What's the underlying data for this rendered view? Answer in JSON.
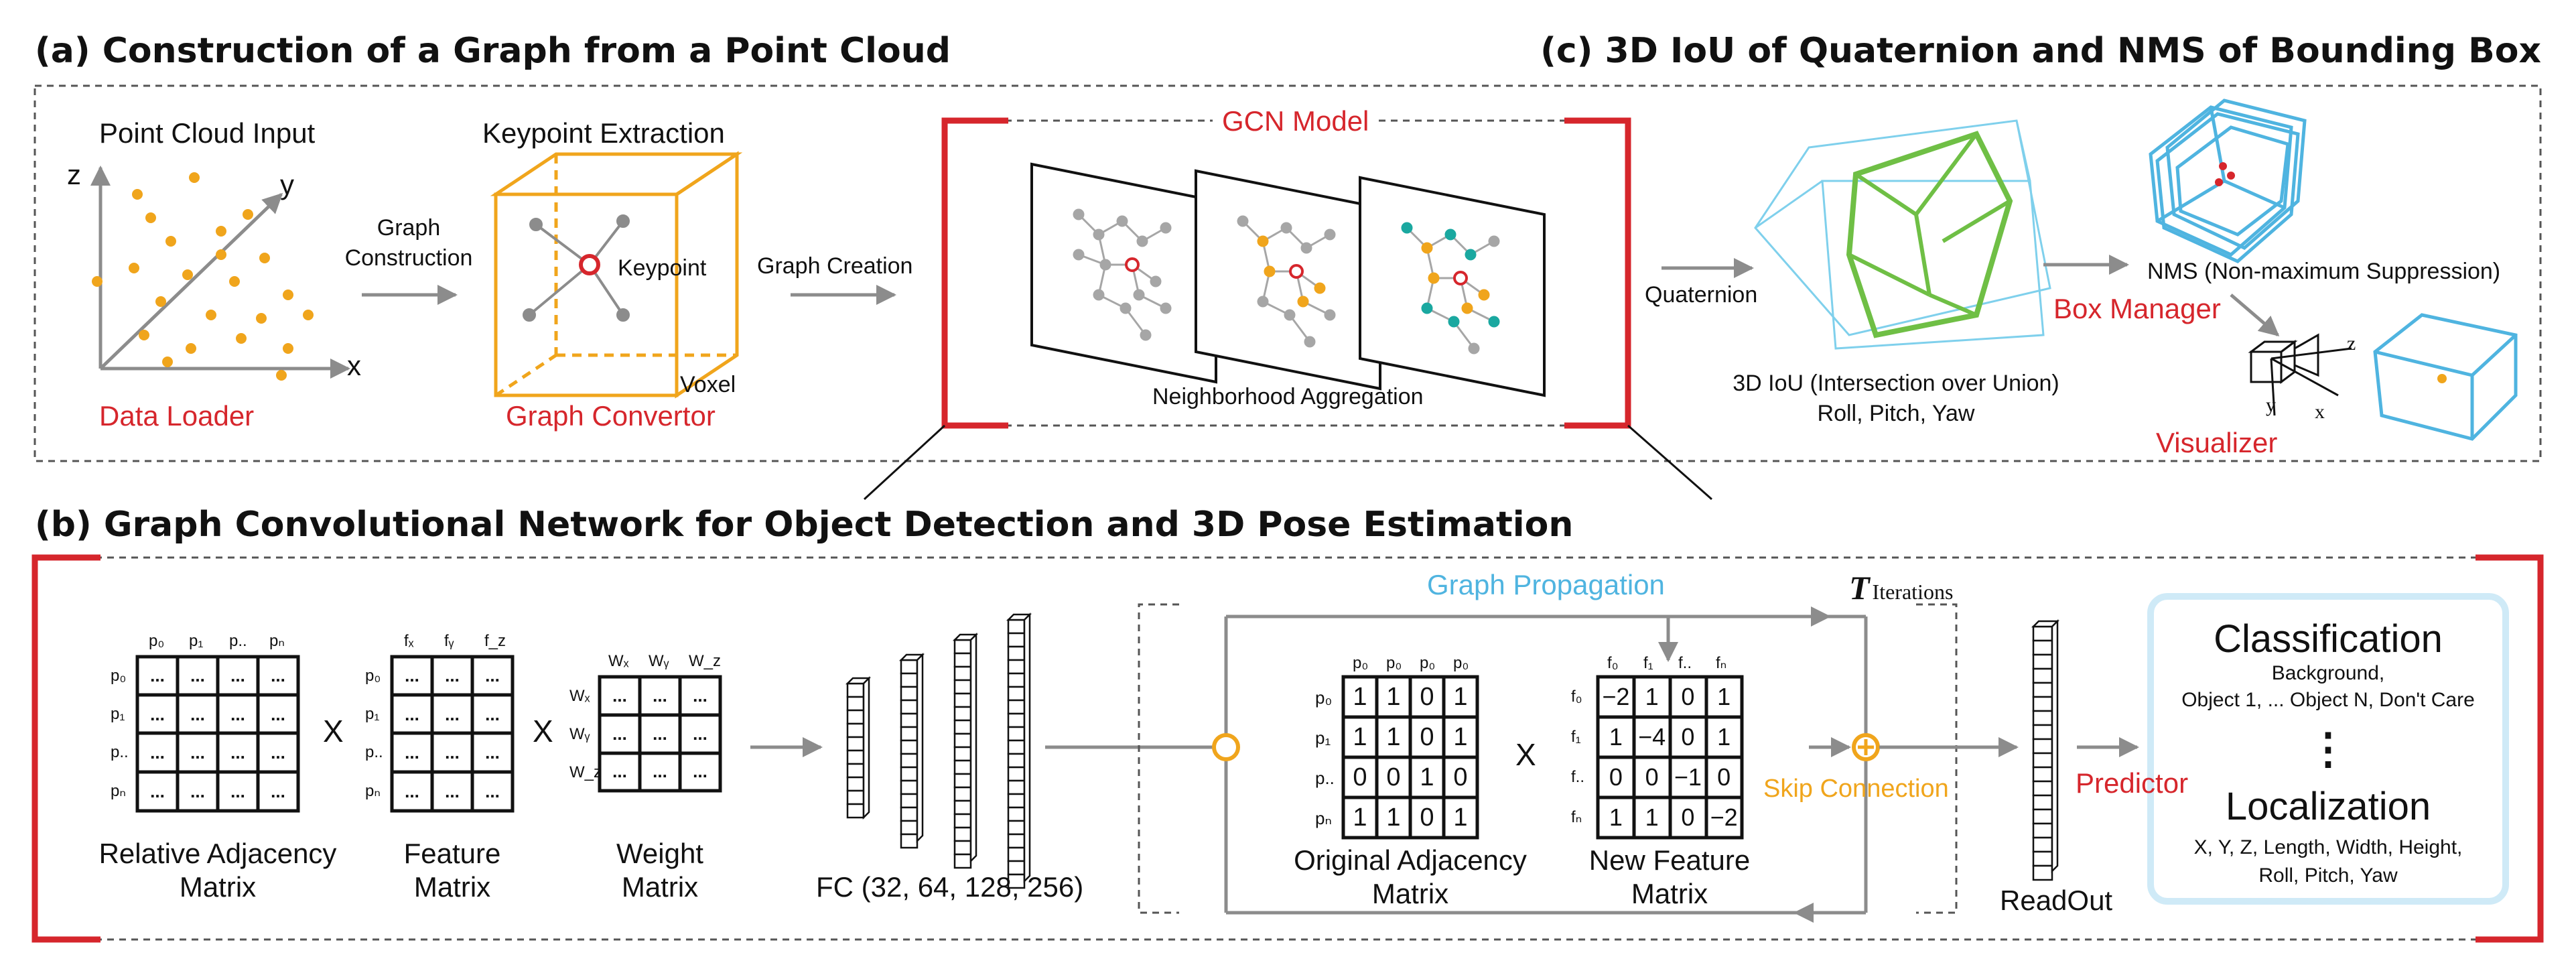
{
  "sections": {
    "a_title": "(a) Construction of a Graph from a Point Cloud",
    "b_title": "(b) Graph Convolutional Network for Object Detection and 3D Pose Estimation",
    "c_title": "(c) 3D IoU of Quaternion and NMS of Bounding Box"
  },
  "panel_a": {
    "point_cloud_input": "Point  Cloud  Input",
    "axis_z": "z",
    "axis_y": "y",
    "axis_x": "x",
    "data_loader": "Data Loader",
    "graph_construction_1": "Graph",
    "graph_construction_2": "Construction",
    "keypoint_extraction": "Keypoint  Extraction",
    "keypoint": "Keypoint",
    "voxel": "Voxel",
    "graph_convertor": "Graph Convertor",
    "graph_creation": "Graph Creation",
    "gcn_model": "GCN Model",
    "neighborhood_aggregation": "Neighborhood Aggregation"
  },
  "panel_c": {
    "quaternion": "Quaternion",
    "iou_1": "3D IoU (Intersection over Union)",
    "iou_2": "Roll, Pitch, Yaw",
    "nms": "NMS (Non-maximum Suppression)",
    "box_manager": "Box Manager",
    "visualizer": "Visualizer",
    "axis_z": "z",
    "axis_y": "y",
    "axis_x": "x"
  },
  "panel_b": {
    "adjacency": {
      "cols": [
        "p₀",
        "p₁",
        "p..",
        "pₙ"
      ],
      "rows": [
        "p₀",
        "p₁",
        "p..",
        "pₙ"
      ],
      "cell": "...",
      "label_1": "Relative Adjacency",
      "label_2": "Matrix"
    },
    "feature": {
      "cols": [
        "fₓ",
        "fᵧ",
        "f_z"
      ],
      "rows": [
        "p₀",
        "p₁",
        "p..",
        "pₙ"
      ],
      "cell": "...",
      "label_1": "Feature",
      "label_2": "Matrix"
    },
    "weight": {
      "cols": [
        "Wₓ",
        "Wᵧ",
        "W_z"
      ],
      "rows": [
        "Wₓ",
        "Wᵧ",
        "W_z"
      ],
      "cell": "...",
      "label_1": "Weight",
      "label_2": "Matrix"
    },
    "times": "X",
    "fc": "FC (32, 64, 128, 256)",
    "graph_propagation": "Graph Propagation",
    "t_iterations_T": "T",
    "t_iterations": "Iterations",
    "original_adjacency": {
      "cols": [
        "p₀",
        "p₀",
        "p₀",
        "p₀"
      ],
      "rows": [
        "p₀",
        "p₁",
        "p..",
        "pₙ"
      ],
      "values": [
        [
          "1",
          "1",
          "0",
          "1"
        ],
        [
          "1",
          "1",
          "0",
          "1"
        ],
        [
          "0",
          "0",
          "1",
          "0"
        ],
        [
          "1",
          "1",
          "0",
          "1"
        ]
      ],
      "label_1": "Original Adjacency",
      "label_2": "Matrix"
    },
    "new_feature": {
      "cols": [
        "f₀",
        "f₁",
        "f..",
        "fₙ"
      ],
      "rows": [
        "f₀",
        "f₁",
        "f..",
        "fₙ"
      ],
      "values": [
        [
          "−2",
          "1",
          "0",
          "1"
        ],
        [
          "1",
          "−4",
          "0",
          "1"
        ],
        [
          "0",
          "0",
          "−1",
          "0"
        ],
        [
          "1",
          "1",
          "0",
          "−2"
        ]
      ],
      "label_1": "New Feature",
      "label_2": "Matrix"
    },
    "skip_connection": "Skip Connection",
    "readout": "ReadOut",
    "predictor": "Predictor",
    "classification": "Classification",
    "classes_1": "Background,",
    "classes_2": "Object  1,  ... Object  N,  Don't Care",
    "dots": "⋮",
    "localization": "Localization",
    "loc_1": "X,  Y,  Z, Length, Width, Height,",
    "loc_2": "Roll, Pitch, Yaw"
  },
  "colors": {
    "red": "#d6262c",
    "orange": "#f0a51c",
    "blue": "#4fb4e0",
    "green": "#6fbf45",
    "teal": "#1aa8a0",
    "gray": "#8c8c8c"
  }
}
